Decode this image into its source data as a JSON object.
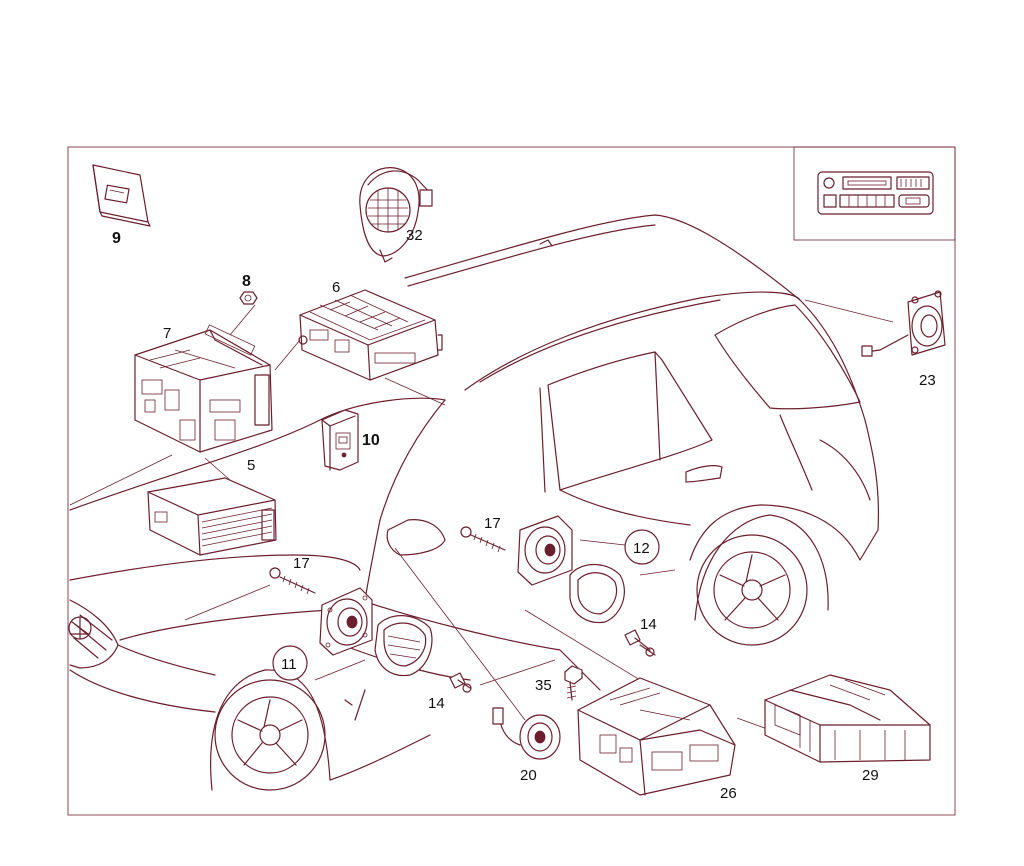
{
  "colors": {
    "line": "#6b1f2e",
    "text": "#111111",
    "background": "#ffffff"
  },
  "callouts": {
    "c5": "5",
    "c6": "6",
    "c7": "7",
    "c8": "8",
    "c9": "9",
    "c10": "10",
    "c11": "11",
    "c12": "12",
    "c14a": "14",
    "c14b": "14",
    "c17a": "17",
    "c17b": "17",
    "c20": "20",
    "c23": "23",
    "c26": "26",
    "c29": "29",
    "c32": "32",
    "c35": "35"
  }
}
